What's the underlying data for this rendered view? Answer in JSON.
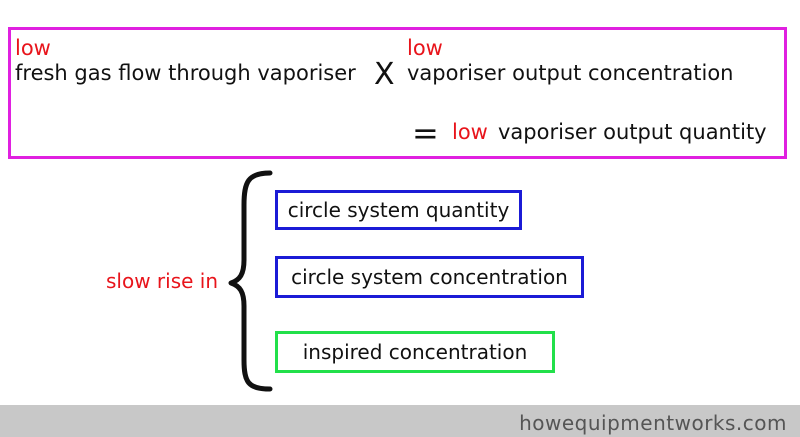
{
  "formula": {
    "low_label_1": "low",
    "term_1": "fresh gas flow through vaporiser",
    "multiply_symbol": "X",
    "low_label_2": "low",
    "term_2": "vaporiser output concentration",
    "equals_symbol": "=",
    "result_low": "low",
    "result_text": "vaporiser output quantity"
  },
  "effects": {
    "label": "slow rise in",
    "items": [
      "circle system quantity",
      "circle system concentration",
      "inspired concentration"
    ]
  },
  "footer": {
    "website": "howequipmentworks.com"
  },
  "colors": {
    "formula_border": "#e020e0",
    "highlight_red": "#e8141b",
    "box_blue": "#1b1bd6",
    "box_green": "#22e04a",
    "footer_bg": "#c8c8c8"
  }
}
